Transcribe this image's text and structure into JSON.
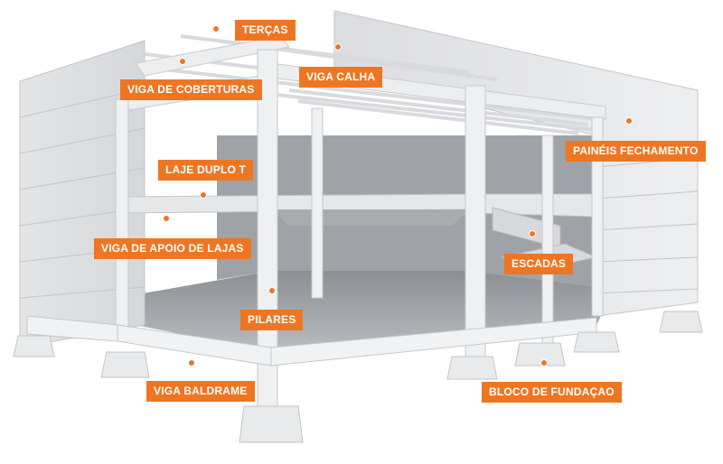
{
  "accent_color": "#ee7623",
  "labels": {
    "tercas": "TERÇAS",
    "viga_calha": "VIGA CALHA",
    "viga_coberturas": "VIGA DE COBERTURAS",
    "paineis_fechamento": "PAINÉIS FECHAMENTO",
    "laje_duplo_t": "LAJE DUPLO T",
    "viga_apoio_lajas": "VIGA DE APOIO DE LAJAS",
    "escadas": "ESCADAS",
    "pilares": "PILARES",
    "viga_baldrame": "VIGA BALDRAME",
    "bloco_fundacao": "BLOCO DE FUNDAÇAO"
  }
}
